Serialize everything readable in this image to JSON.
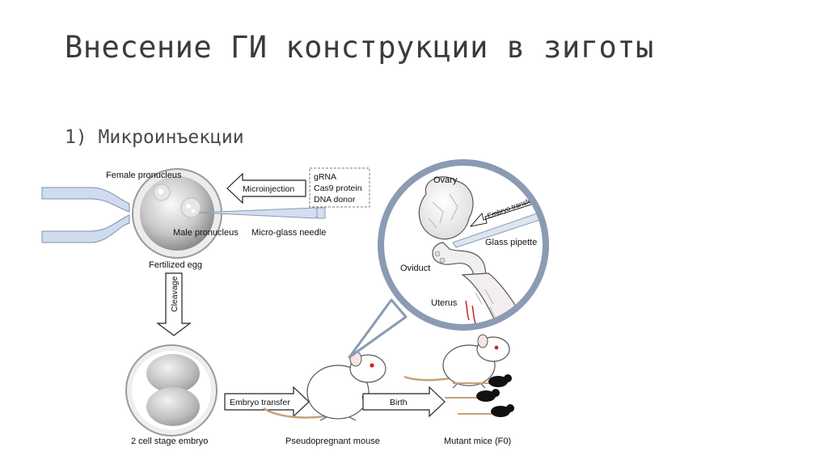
{
  "slide": {
    "title": "Внесение ГИ конструкции в зиготы",
    "subtitle": "1) Микроинъекции"
  },
  "diagram": {
    "labels": {
      "female_pronucleus": "Female pronucleus",
      "male_pronucleus": "Male pronucleus",
      "needle": "Micro-glass needle",
      "fertilized_egg": "Fertilized egg",
      "microinjection": "Microinjection",
      "cleavage": "Cleavage",
      "two_cell": "2 cell stage embryo",
      "embryo_transfer": "Embryo transfer",
      "pseudopregnant": "Pseudopregnant mouse",
      "birth": "Birth",
      "mutant_mice": "Mutant mice (F0)",
      "ovary": "Ovary",
      "embryo_transfer_small": "Embryo transfer",
      "glass_pipette": "Glass pipette",
      "oviduct": "Oviduct",
      "uterus": "Uterus"
    },
    "reagents": [
      "gRNA",
      "Cas9 protein",
      "DNA donor"
    ],
    "colors": {
      "lens_ring": "#8a9bb3",
      "pipette": "#c9d6ea",
      "eye": "#d42020"
    }
  }
}
